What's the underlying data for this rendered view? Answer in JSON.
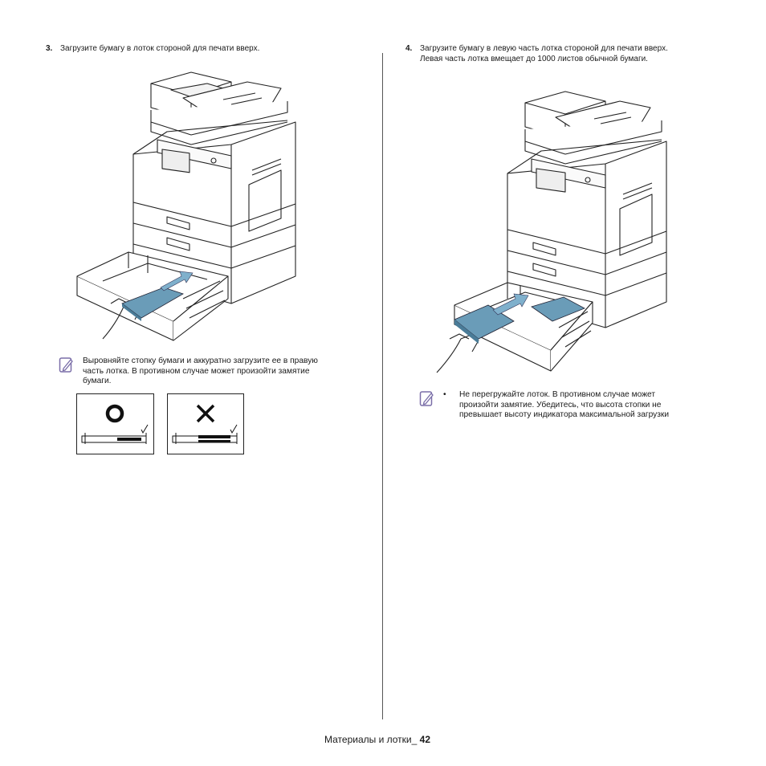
{
  "left": {
    "step3_number": "3.",
    "step3_text": "Загрузите бумагу в лоток стороной для печати вверх.",
    "note_text_line1": "Выровняйте стопку бумаги и аккуратно загрузите ее в правую",
    "note_text_line2": "часть лотка. В противном случае может произойти замятие",
    "note_text_line3": "бумаги."
  },
  "right": {
    "step4_number": "4.",
    "step4_line1": "Загрузите бумагу в левую часть лотка стороной для печати вверх.",
    "step4_line2": "Левая часть лотка вмещает до 1000 листов обычной бумаги.",
    "bullet": "•",
    "note_line1": "Не перегружайте лоток. В противном случае может",
    "note_line2": "произойти замятие. Убедитесь, что высота стопки не",
    "note_line3": "превышает высоту индикатора максимальной загрузки"
  },
  "footer": {
    "section": "Материалы и лотки_",
    "page": "42"
  },
  "icons": {
    "note": "note-pencil-icon",
    "correct": "circle-o-icon",
    "wrong": "cross-x-icon"
  },
  "colors": {
    "text": "#1a1a1a",
    "note_icon": "#7a6ea8",
    "paper_blue": "#6a9cb8"
  }
}
